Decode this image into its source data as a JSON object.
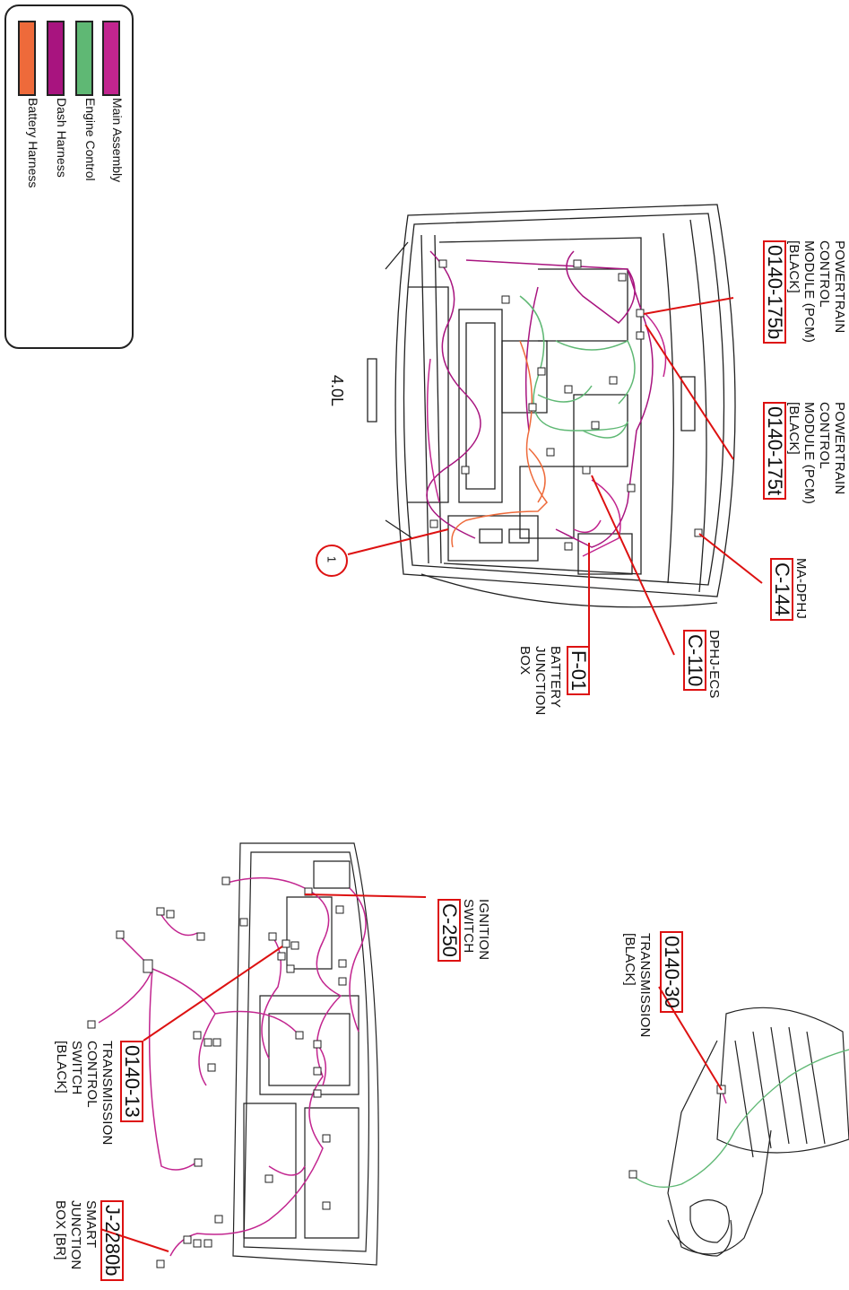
{
  "legend": {
    "items": [
      {
        "label": "Main Assembly",
        "color": "#c2258f"
      },
      {
        "label": "Engine Control",
        "color": "#5fb874"
      },
      {
        "label": "Dash Harness",
        "color": "#a8147f"
      },
      {
        "label": "Battery Harness",
        "color": "#ee6a3a"
      }
    ]
  },
  "engine_view": {
    "label": "4.0L",
    "callout_number": "1"
  },
  "connectors": [
    {
      "code": "0140-175b",
      "desc1": "POWERTRAIN",
      "desc2": "CONTROL",
      "desc3": "MODULE (PCM)",
      "desc4": "[BLACK]"
    },
    {
      "code": "0140-175t",
      "desc1": "POWERTRAIN",
      "desc2": "CONTROL",
      "desc3": "MODULE (PCM)",
      "desc4": "[BLACK]"
    },
    {
      "code": "C-144",
      "desc1": "MA-DPHJ"
    },
    {
      "code": "C-110",
      "desc1": "DPHJ-ECS"
    },
    {
      "code": "F-01",
      "desc1": "BATTERY",
      "desc2": "JUNCTION",
      "desc3": "BOX"
    },
    {
      "code": "C-250",
      "desc1": "IGNITION",
      "desc2": "SWITCH"
    },
    {
      "code": "0140-30",
      "desc1": "TRANSMISSION",
      "desc2": "[BLACK]"
    },
    {
      "code": "0140-13",
      "desc1": "TRANSMISSION",
      "desc2": "CONTROL",
      "desc3": "SWITCH",
      "desc4": "[BLACK]"
    },
    {
      "code": "J-2280b",
      "desc1": "SMART",
      "desc2": "JUNCTION",
      "desc3": "BOX [BR]"
    }
  ]
}
